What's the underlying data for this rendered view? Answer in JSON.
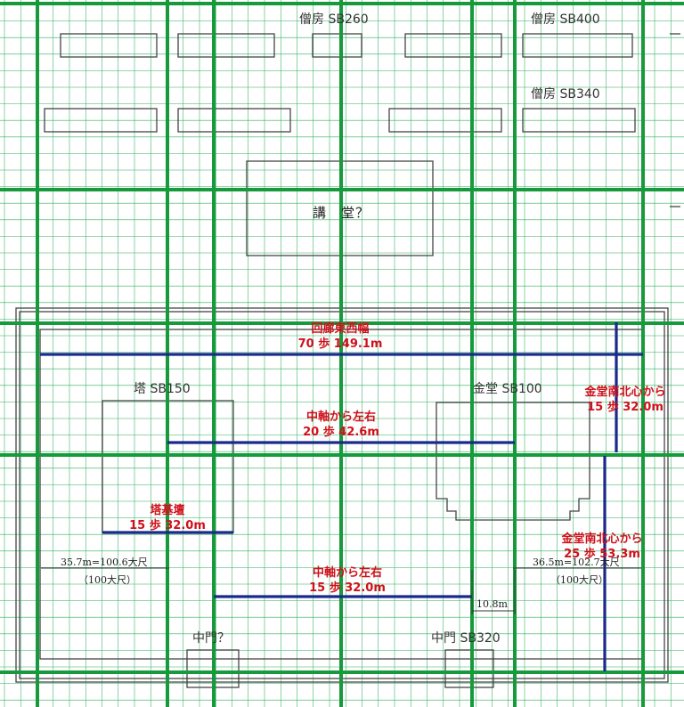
{
  "colors": {
    "fine_grid": "#2fae5f",
    "major_grid": "#179a3c",
    "measure_line": "#1a2a8a",
    "annotation_text": "#d0101a",
    "structure_line": "#444444"
  },
  "buildings": {
    "sobo_sb260": "僧房 SB260",
    "sobo_sb400": "僧房 SB400",
    "sobo_sb340": "僧房 SB340",
    "kodo": "講　堂？",
    "to_sb150": "塔 SB150",
    "kondo_sb100": "金堂 SB100",
    "chumon_q": "中門？",
    "chumon_sb320": "中門 SB320"
  },
  "annotations": {
    "kairo_width": {
      "line1": "回廊東西幅",
      "line2": "70 歩 149.1m"
    },
    "center_axis_20": {
      "line1": "中軸から左右",
      "line2": "20 歩 42.6m"
    },
    "kondo_15": {
      "line1": "金堂南北心から",
      "line2": "15 歩 32.0m"
    },
    "to_base": {
      "line1": "塔基壇",
      "line2": "15 歩 32.0m"
    },
    "kondo_25": {
      "line1": "金堂南北心から",
      "line2": "25 歩 53.3m"
    },
    "center_axis_15": {
      "line1": "中軸から左右",
      "line2": "15 歩 32.0m"
    }
  },
  "notes": {
    "left_dist": "35.7m=100.6大尺",
    "left_unit": "（100大尺）",
    "right_dist": "36.5m=102.7大尺",
    "right_unit": "（100大尺）",
    "gap": "10.8m"
  }
}
